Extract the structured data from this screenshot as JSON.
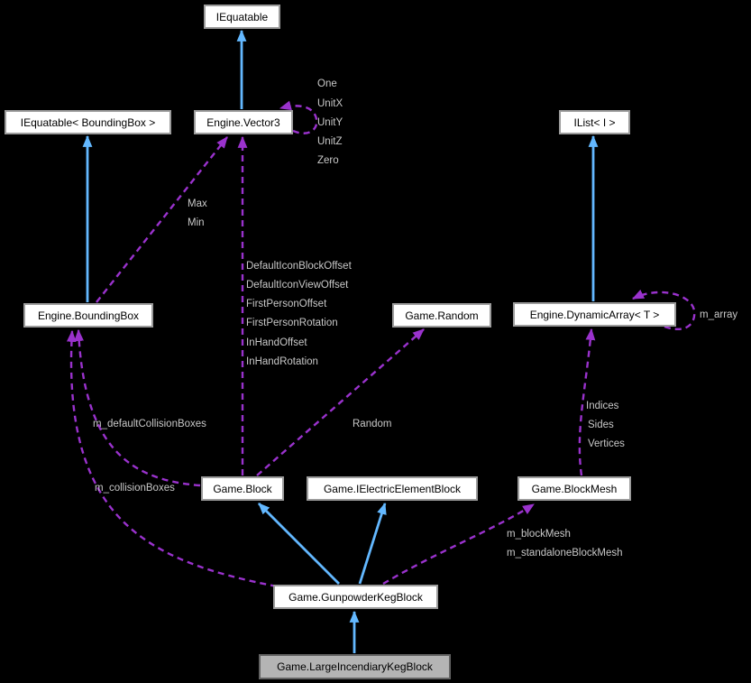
{
  "diagram": {
    "type": "collaboration-graph",
    "colors": {
      "background": "#000000",
      "inheritance_edge": "#63b8ff",
      "usage_edge": "#9a32cd",
      "node_fill": "#ffffff",
      "node_border": "#9c9c9c",
      "node_text": "#000000",
      "target_node_fill": "#b4b4b4",
      "target_node_border": "#636363",
      "edge_label_color": "#c8c8c8"
    },
    "nodes": [
      {
        "label": "IEquatable"
      },
      {
        "label": "IEquatable< BoundingBox >"
      },
      {
        "label": "Engine.Vector3"
      },
      {
        "label": "IList< I >"
      },
      {
        "label": "Engine.BoundingBox"
      },
      {
        "label": "Game.Random"
      },
      {
        "label": "Engine.DynamicArray< T >"
      },
      {
        "label": "Game.Block"
      },
      {
        "label": "Game.IElectricElementBlock"
      },
      {
        "label": "Game.BlockMesh"
      },
      {
        "label": "Game.GunpowderKegBlock"
      },
      {
        "label": "Game.LargeIncendiaryKegBlock"
      }
    ],
    "edge_labels": [
      {
        "text": "One"
      },
      {
        "text": "UnitX"
      },
      {
        "text": "UnitY"
      },
      {
        "text": "UnitZ"
      },
      {
        "text": "Zero"
      },
      {
        "text": "Max"
      },
      {
        "text": "Min"
      },
      {
        "text": "DefaultIconBlockOffset"
      },
      {
        "text": "DefaultIconViewOffset"
      },
      {
        "text": "FirstPersonOffset"
      },
      {
        "text": "FirstPersonRotation"
      },
      {
        "text": "InHandOffset"
      },
      {
        "text": "InHandRotation"
      },
      {
        "text": "m_array"
      },
      {
        "text": "Indices"
      },
      {
        "text": "Sides"
      },
      {
        "text": "Vertices"
      },
      {
        "text": "m_defaultCollisionBoxes"
      },
      {
        "text": "Random"
      },
      {
        "text": "m_collisionBoxes"
      },
      {
        "text": "m_blockMesh"
      },
      {
        "text": "m_standaloneBlockMesh"
      }
    ]
  }
}
